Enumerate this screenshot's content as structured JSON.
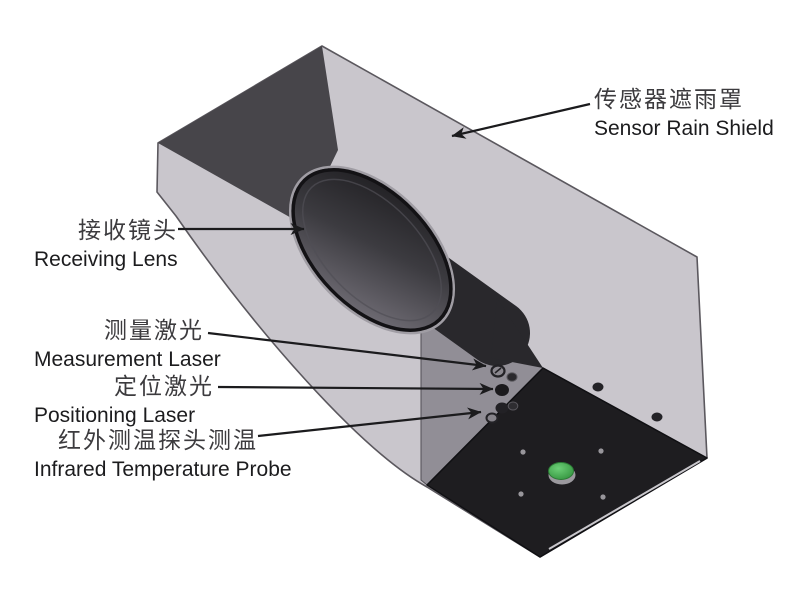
{
  "diagram": {
    "labels": [
      {
        "id": "sensor-rain-shield",
        "zh": "传感器遮雨罩",
        "en": "Sensor Rain Shield"
      },
      {
        "id": "receiving-lens",
        "zh": "接收镜头",
        "en": "Receiving Lens"
      },
      {
        "id": "measurement-laser",
        "zh": "测量激光",
        "en": "Measurement Laser"
      },
      {
        "id": "positioning-laser",
        "zh": "定位激光",
        "en": "Positioning Laser"
      },
      {
        "id": "infrared-probe",
        "zh": "红外测温探头测温",
        "en": "Infrared Temperature Probe"
      }
    ]
  },
  "colors": {
    "background": "#ffffff",
    "shield_body": "#c9c6cc",
    "shield_top_inner": "#47454a",
    "sensor_front_face": "#918e96",
    "base_plate": "#1e1d20",
    "lens_tube": "#29282c",
    "indicator_green": "#3fae4c",
    "screw_dot": "#98969b",
    "panel_hole": "#242327",
    "text": "#1c1c1e",
    "leader_line": "#1b1b1d"
  }
}
